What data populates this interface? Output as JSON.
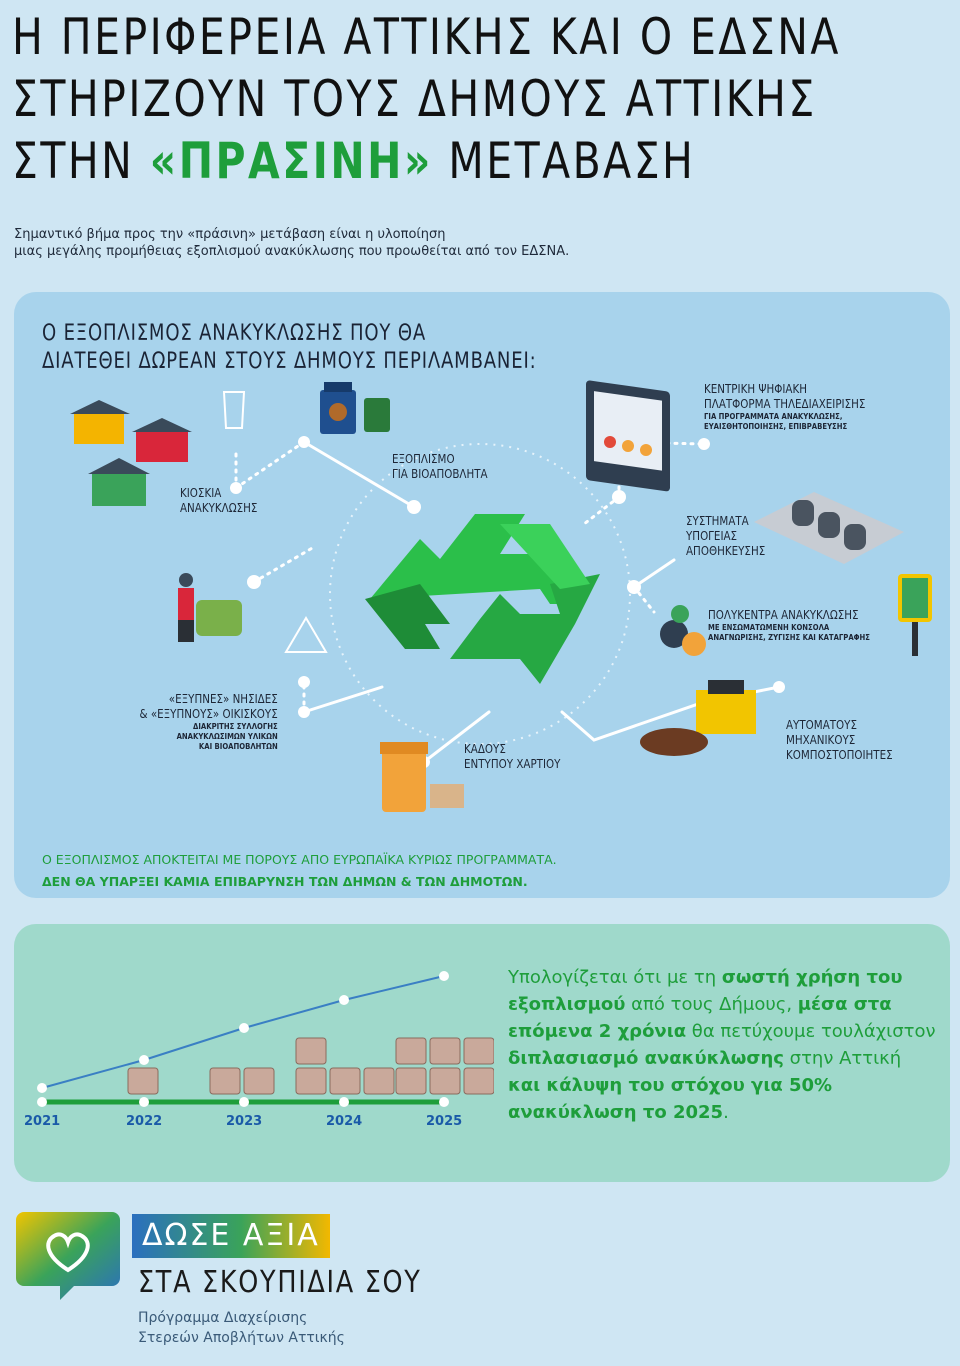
{
  "title": {
    "line1": "Η ΠΕΡΙΦΕΡΕΙΑ ΑΤΤΙΚΗΣ ΚΑΙ Ο ΕΔΣΝΑ",
    "line2": "ΣΤΗΡΙΖΟΥΝ ΤΟΥΣ ΔΗΜΟΥΣ ΑΤΤΙΚΗΣ",
    "line3_prefix": "ΣΤΗΝ ",
    "line3_highlight": "«ΠΡΑΣΙΝΗ»",
    "line3_suffix": " ΜΕΤΑΒΑΣΗ"
  },
  "subtitle": {
    "line1": "Σημαντικό βήμα προς την «πράσινη» μετάβαση είναι η υλοποίηση",
    "line2": "μιας μεγάλης προμήθειας εξοπλισμού ανακύκλωσης που προωθείται από τον ΕΔΣΝΑ."
  },
  "equipment_panel": {
    "title_line1": "Ο ΕΞΟΠΛΙΣΜΟΣ ΑΝΑΚΥΚΛΩΣΗΣ ΠΟΥ ΘΑ",
    "title_line2": "ΔΙΑΤΕΘΕΙ ΔΩΡΕΑΝ ΣΤΟΥΣ ΔΗΜΟΥΣ ΠΕΡΙΛΑΜΒΑΝΕΙ:",
    "items": {
      "kiosks": {
        "line1": "ΚΙΟΣΚΙΑ",
        "line2": "ΑΝΑΚΥΚΛΩΣΗΣ"
      },
      "bio": {
        "line1": "ΕΞΟΠΛΙΣΜΟ",
        "line2": "ΓΙΑ ΒΙΟΑΠΟΒΛΗΤΑ"
      },
      "platform": {
        "line1": "ΚΕΝΤΡΙΚΗ ΨΗΦΙΑΚΗ",
        "line2": "ΠΛΑΤΦΟΡΜΑ ΤΗΛΕΔΙΑΧΕΙΡΙΣΗΣ",
        "small1": "ΓΙΑ ΠΡΟΓΡΑΜΜΑΤΑ ΑΝΑΚΥΚΛΩΣΗΣ,",
        "small2": "ΕΥΑΙΣΘΗΤΟΠΟΙΗΣΗΣ, ΕΠΙΒΡΑΒΕΥΣΗΣ"
      },
      "underground": {
        "line1": "ΣΥΣΤΗΜΑΤΑ",
        "line2": "ΥΠΟΓΕΙΑΣ",
        "line3": "ΑΠΟΘΗΚΕΥΣΗΣ"
      },
      "multicenter": {
        "line1": "ΠΟΛΥΚΕΝΤΡΑ ΑΝΑΚΥΚΛΩΣΗΣ",
        "small1": "ΜΕ ΕΝΣΩΜΑΤΩΜΕΝΗ ΚΟΝΣΟΛΑ",
        "small2": "ΑΝΑΓΝΩΡΙΣΗΣ, ΖΥΓΙΣΗΣ ΚΑΙ ΚΑΤΑΓΡΑΦΗΣ"
      },
      "composters": {
        "line1": "ΑΥΤΟΜΑΤΟΥΣ",
        "line2": "ΜΗΧΑΝΙΚΟΥΣ",
        "line3": "ΚΟΜΠΟΣΤΟΠΟΙΗΤΕΣ"
      },
      "paper": {
        "line1": "ΚΑΔΟΥΣ",
        "line2": "ΕΝΤΥΠΟΥ ΧΑΡΤΙΟΥ"
      },
      "smart": {
        "line1": "«ΕΞΥΠΝΕΣ» ΝΗΣΙΔΕΣ",
        "line2": "& «ΕΞΥΠΝΟΥΣ» ΟΙΚΙΣΚΟΥΣ",
        "small1": "ΔΙΑΚΡΙΤΗΣ ΣΥΛΛΟΓΗΣ",
        "small2": "ΑΝΑΚΥΚΛΩΣΙΜΩΝ ΥΛΙΚΩΝ",
        "small3": "ΚΑΙ ΒΙΟΑΠΟΒΛΗΤΩΝ"
      }
    },
    "footnote1": "Ο ΕΞΟΠΛΙΣΜΟΣ ΑΠΟΚΤΕΙΤΑΙ ΜΕ ΠΟΡΟΥΣ ΑΠΟ ΕΥΡΩΠΑΪΚΑ ΚΥΡΙΩΣ ΠΡΟΓΡΑΜΜΑΤΑ.",
    "footnote2": "ΔΕΝ ΘΑ ΥΠΑΡΞΕΙ ΚΑΜΙΑ ΕΠΙΒΑΡΥΝΣΗ ΤΩΝ ΔΗΜΩΝ & ΤΩΝ ΔΗΜΟΤΩΝ."
  },
  "forecast_panel": {
    "years": [
      "2021",
      "2022",
      "2023",
      "2024",
      "2025"
    ],
    "bales_per_year": [
      0,
      1,
      2,
      4,
      6
    ],
    "text": {
      "t1": "Υπολογίζεται ότι με τη ",
      "b1": "σωστή χρήση του εξοπλισμού",
      "t2": " από τους Δήμους, ",
      "b2": "μέσα στα επόμενα 2 χρόνια",
      "t3": " θα πετύχουμε τουλάχιστον ",
      "b3": "διπλασιασμό ανακύκλωσης",
      "t4": " στην Αττική ",
      "b4": "και κάλυψη του στόχου για 50% ανακύκλωση το 2025",
      "t5": "."
    }
  },
  "branding": {
    "tag": "ΔΩΣΕ ΑΞΙΑ",
    "line2": "ΣΤΑ ΣΚΟΥΠΙΔΙΑ ΣΟΥ",
    "sub1": "Πρόγραμμα Διαχείρισης",
    "sub2": "Στερεών Αποβλήτων Αττικής"
  },
  "colors": {
    "background": "#cfe6f3",
    "panel1": "#a8d3ec",
    "panel2": "#9fd9cb",
    "green": "#1e9e3b",
    "blue_year": "#1a5aa8"
  }
}
